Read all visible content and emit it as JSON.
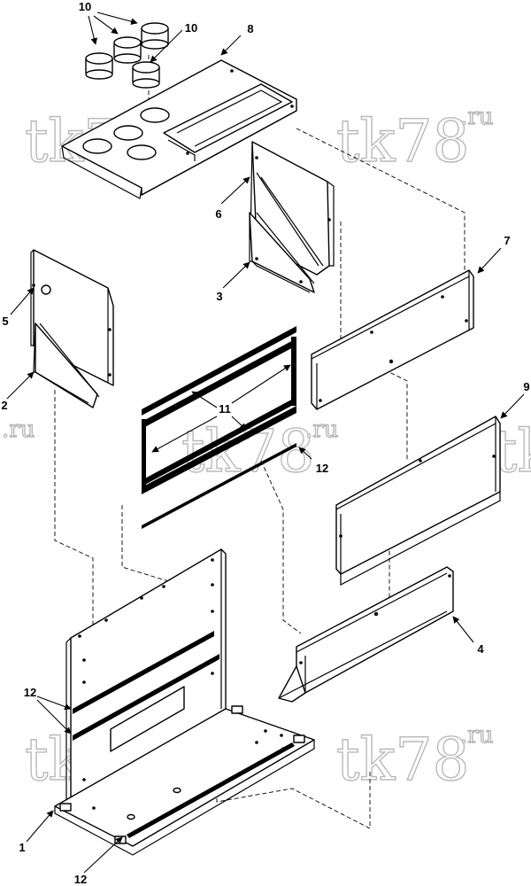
{
  "watermark": {
    "main": "tk78",
    "suffix": ".ru"
  },
  "callouts": {
    "c1": "1",
    "c2": "2",
    "c3": "3",
    "c4": "4",
    "c5": "5",
    "c6": "6",
    "c7": "7",
    "c8": "8",
    "c9": "9",
    "c10a": "10",
    "c10b": "10",
    "c11": "11",
    "c12a": "12",
    "c12b": "12",
    "c12c": "12"
  },
  "colors": {
    "line": "#000000",
    "watermark_outline": "#b9b9b9",
    "background": "#ffffff"
  }
}
